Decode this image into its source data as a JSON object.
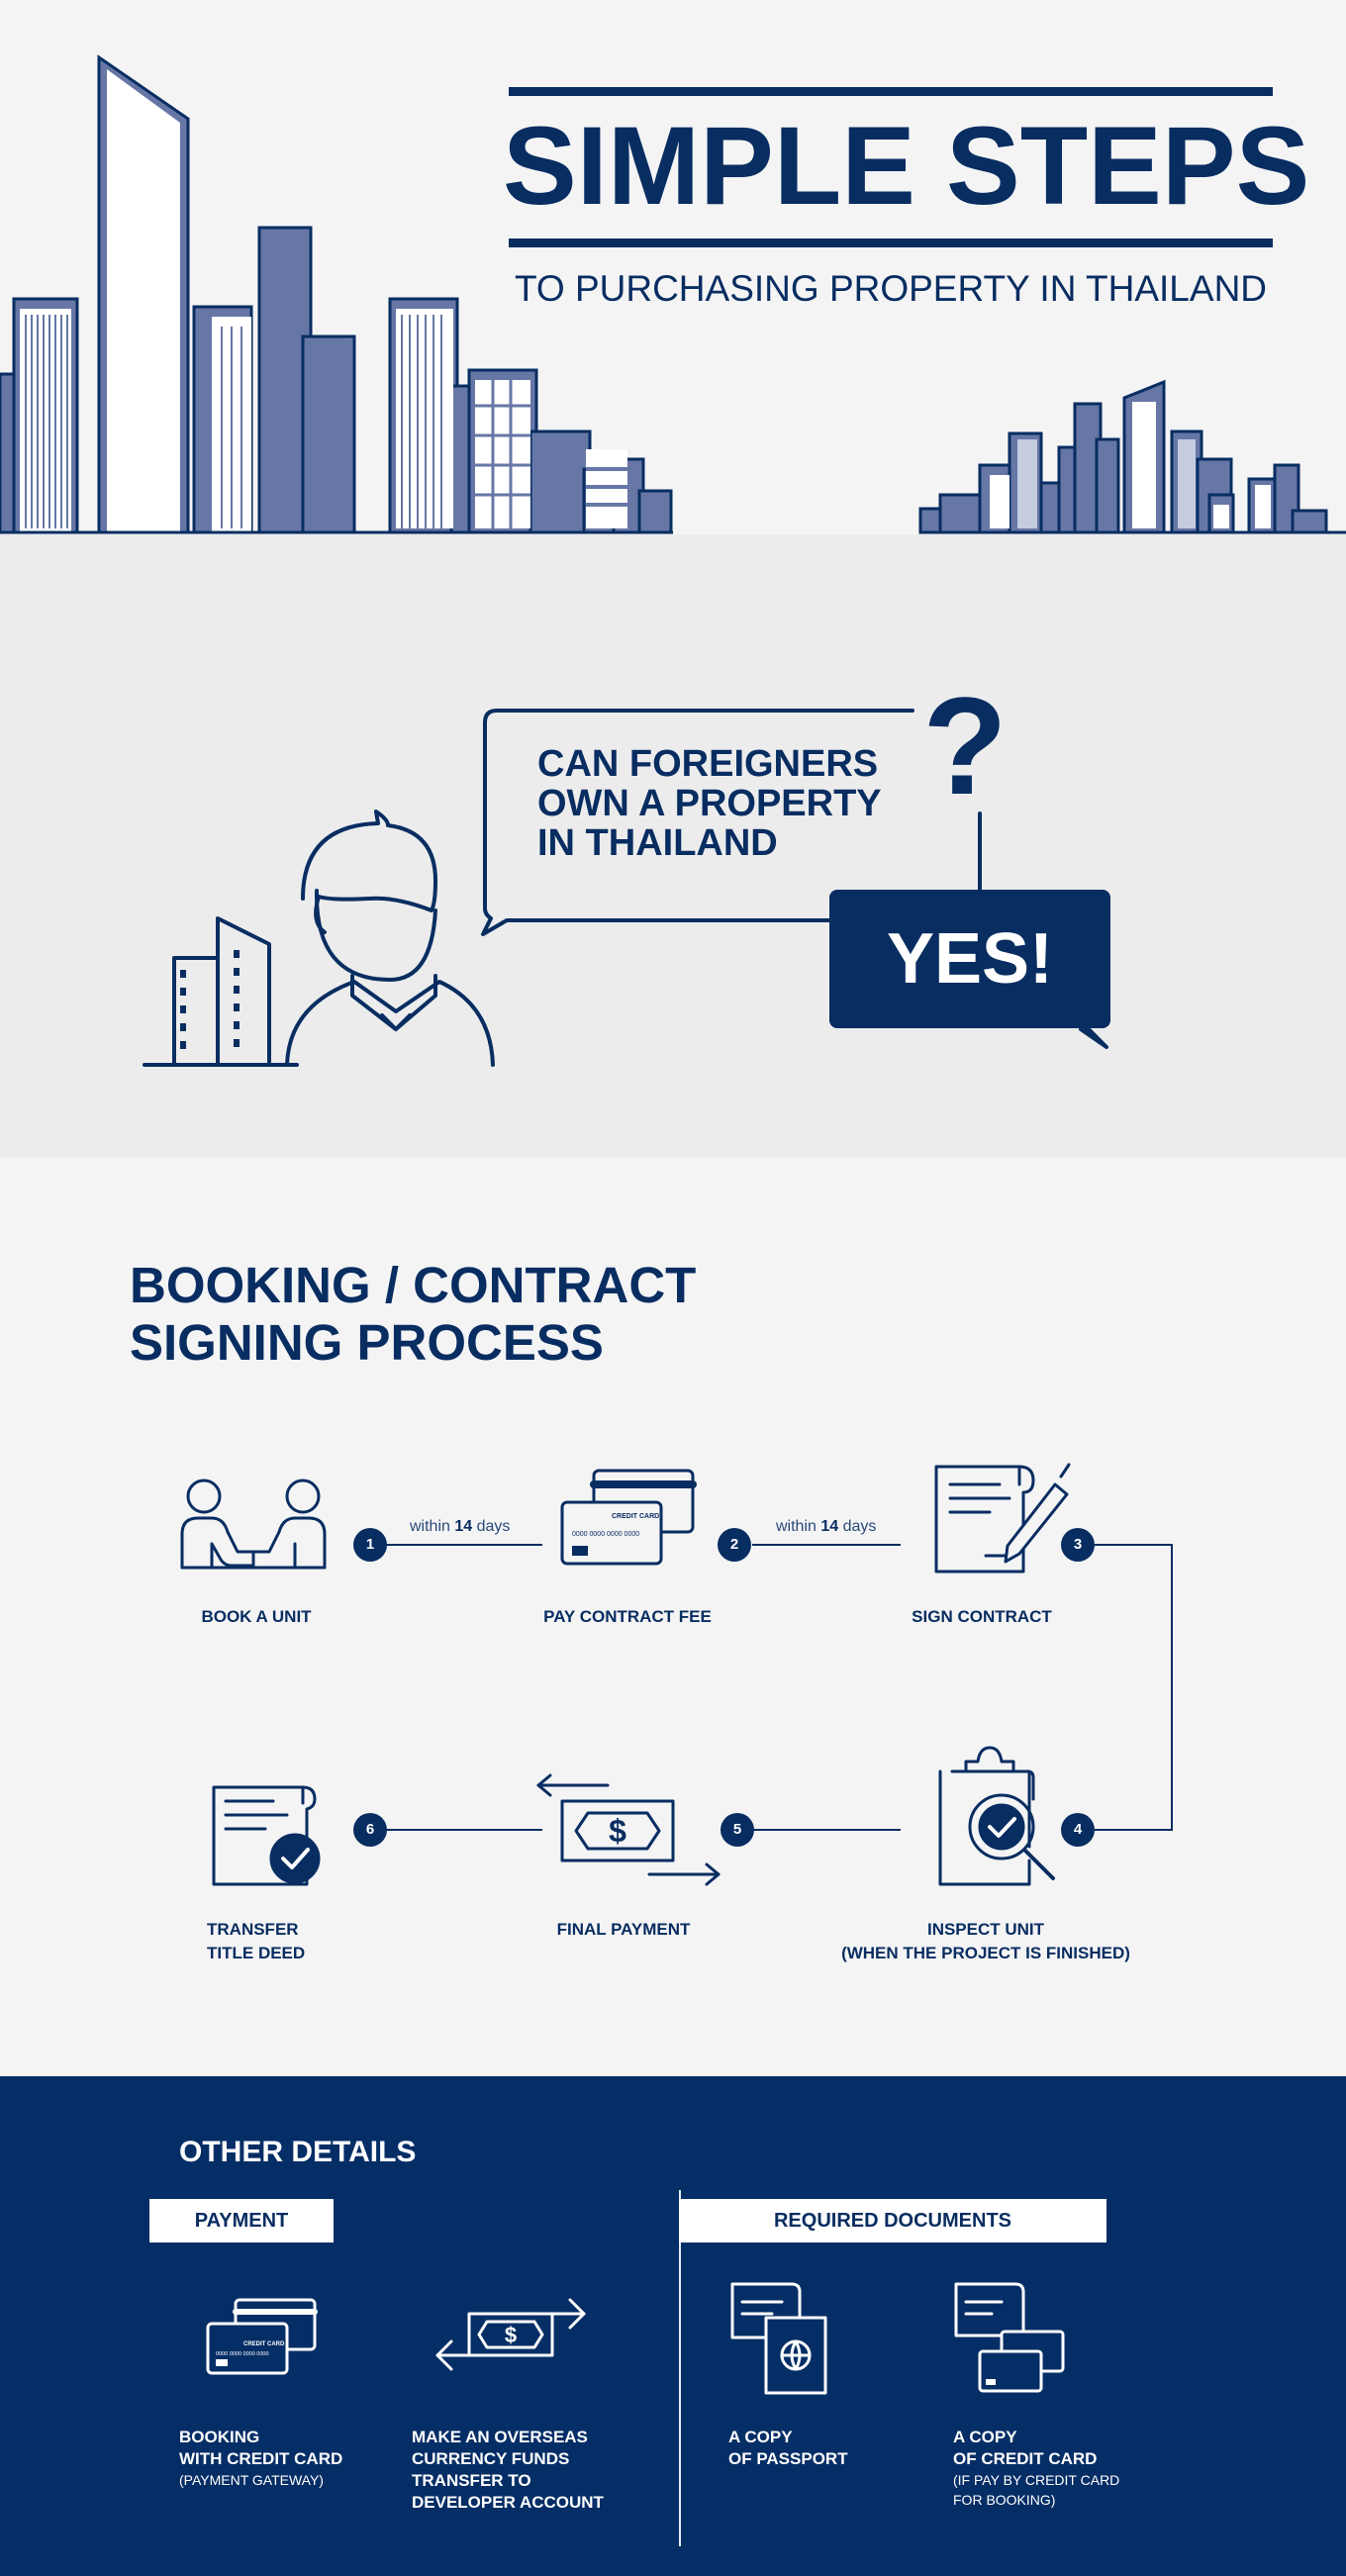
{
  "hero": {
    "title": "SIMPLE STEPS",
    "subtitle": "TO PURCHASING PROPERTY IN THAILAND"
  },
  "question": {
    "lines": [
      "CAN FOREIGNERS",
      "OWN A PROPERTY",
      "IN THAILAND"
    ],
    "mark": "?",
    "answer": "YES!"
  },
  "process": {
    "title_lines": [
      "BOOKING / CONTRACT",
      "SIGNING PROCESS"
    ],
    "within": {
      "prefix": "within",
      "number": "14",
      "suffix": "days"
    },
    "steps": [
      {
        "number": "1",
        "label_lines": [
          "BOOK A UNIT"
        ],
        "icon": "handshake-meeting-icon"
      },
      {
        "number": "2",
        "label_lines": [
          "PAY CONTRACT FEE"
        ],
        "icon": "credit-card-icon"
      },
      {
        "number": "3",
        "label_lines": [
          "SIGN CONTRACT"
        ],
        "icon": "contract-pen-icon"
      },
      {
        "number": "4",
        "label_lines": [
          "INSPECT UNIT",
          "(WHEN THE PROJECT IS FINISHED)"
        ],
        "icon": "clipboard-inspect-icon"
      },
      {
        "number": "5",
        "label_lines": [
          "FINAL PAYMENT"
        ],
        "icon": "money-transfer-icon"
      },
      {
        "number": "6",
        "label_lines": [
          "TRANSFER",
          "TITLE DEED"
        ],
        "icon": "title-deed-check-icon"
      }
    ],
    "card_text": {
      "title": "CREDIT CARD",
      "number": "0000 0000 0000 0000"
    },
    "currency_symbol": "$"
  },
  "details": {
    "title": "OTHER DETAILS",
    "payment_tab": "PAYMENT",
    "documents_tab": "REQUIRED DOCUMENTS",
    "payment_items": [
      {
        "lines": [
          "BOOKING",
          "WITH CREDIT CARD"
        ],
        "note": "(PAYMENT GATEWAY)",
        "icon": "credit-card-icon"
      },
      {
        "lines": [
          "MAKE AN OVERSEAS",
          "CURRENCY FUNDS",
          "TRANSFER TO",
          "DEVELOPER ACCOUNT"
        ],
        "note": "",
        "icon": "money-transfer-icon"
      }
    ],
    "document_items": [
      {
        "lines": [
          "A COPY",
          "OF PASSPORT"
        ],
        "note_lines": [],
        "icon": "passport-icon"
      },
      {
        "lines": [
          "A COPY",
          "OF CREDIT CARD"
        ],
        "note_lines": [
          "(IF PAY BY CREDIT CARD",
          "FOR BOOKING)"
        ],
        "icon": "credit-card-copy-icon"
      }
    ]
  },
  "colors": {
    "navy": "#082d61",
    "skyline": "#6677a6",
    "light_bg": "#f4f4f5",
    "grey_bg": "#ececed",
    "details_bg": "#062e66"
  }
}
